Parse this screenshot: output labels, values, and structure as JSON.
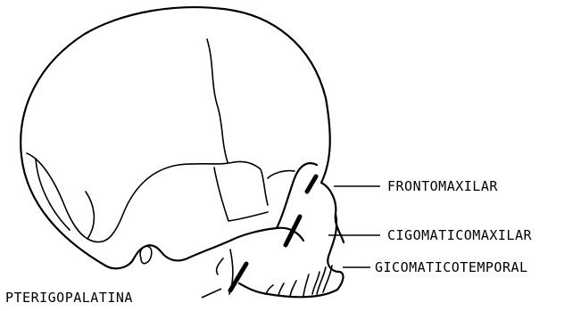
{
  "labels": {
    "frontomaxilar": "FRONTOMAXILAR",
    "cigomaticomaxilar": "CIGOMATICOMAXILAR",
    "gicomaticotemporal": "GICOMATICOTEMPORAL",
    "pterigopalatina": "PTERIGOPALATINA"
  }
}
